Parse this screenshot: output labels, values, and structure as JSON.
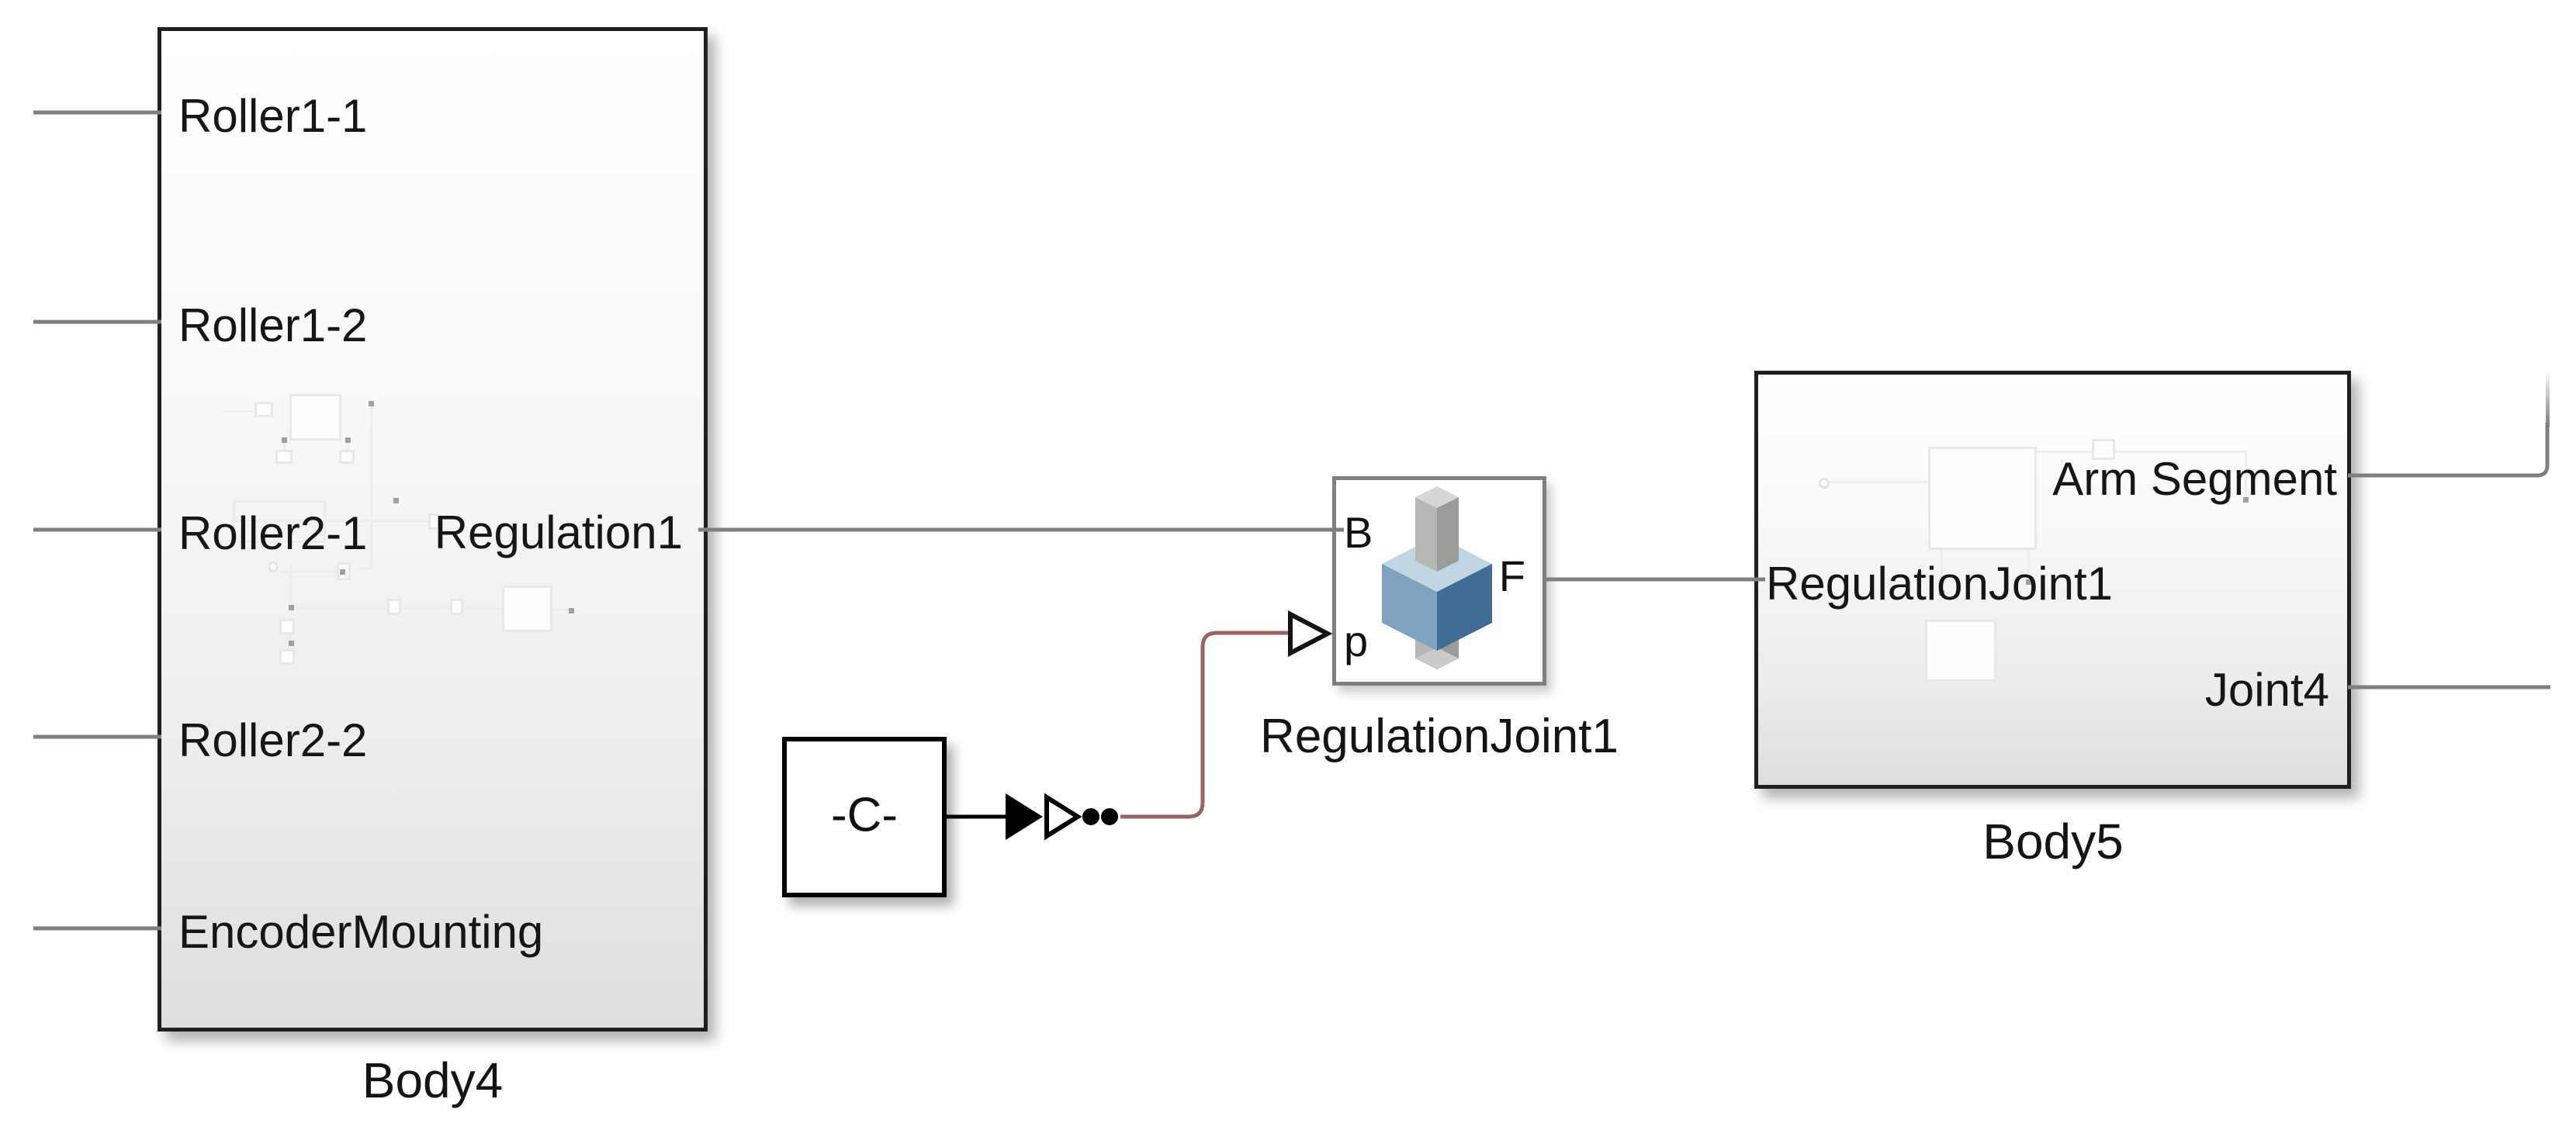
{
  "canvas": {
    "background": "#ffffff"
  },
  "palette": {
    "wire_gray": "#7f7f7f",
    "wire_physical_red": "#9d6164",
    "wire_signal_black": "#000000",
    "block_border": "#1f1f1f",
    "joint_border": "#7f7f7f",
    "text": "#161616",
    "joint_icon_blue_top": "#c2d5e3",
    "joint_icon_blue_left": "#7da3bf",
    "joint_icon_blue_right": "#406c95",
    "joint_icon_gray_light": "#d6d6d4",
    "joint_icon_gray_mid": "#b7b7b5",
    "joint_icon_gray_dark": "#9b9b99"
  },
  "blocks": {
    "body4": {
      "name": "Body4",
      "type": "subsystem",
      "inputs": [
        {
          "label": "Roller1-1"
        },
        {
          "label": "Roller1-2"
        },
        {
          "label": "Roller2-1"
        },
        {
          "label": "Roller2-2"
        },
        {
          "label": "EncoderMounting"
        }
      ],
      "outputs": [
        {
          "label": "Regulation1"
        }
      ]
    },
    "constant": {
      "value": "-C-",
      "type": "constant"
    },
    "regulation_joint": {
      "name": "RegulationJoint1",
      "type": "joint",
      "ports": {
        "base": "B",
        "signal": "p",
        "follower": "F"
      }
    },
    "body5": {
      "name": "Body5",
      "type": "subsystem",
      "inputs": [
        {
          "label": "RegulationJoint1"
        }
      ],
      "outputs": [
        {
          "label": "Arm Segment"
        },
        {
          "label": "Joint4"
        }
      ]
    }
  }
}
